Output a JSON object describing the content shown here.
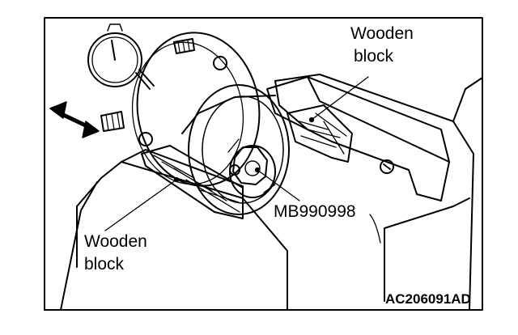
{
  "labels": {
    "wooden_block_top_line1": "Wooden",
    "wooden_block_top_line2": "block",
    "wooden_block_bottom_line1": "Wooden",
    "wooden_block_bottom_line2": "block",
    "tool_number": "MB990998",
    "figure_id": "AC206091AD"
  },
  "colors": {
    "ink": "#000000",
    "paper": "#ffffff"
  }
}
